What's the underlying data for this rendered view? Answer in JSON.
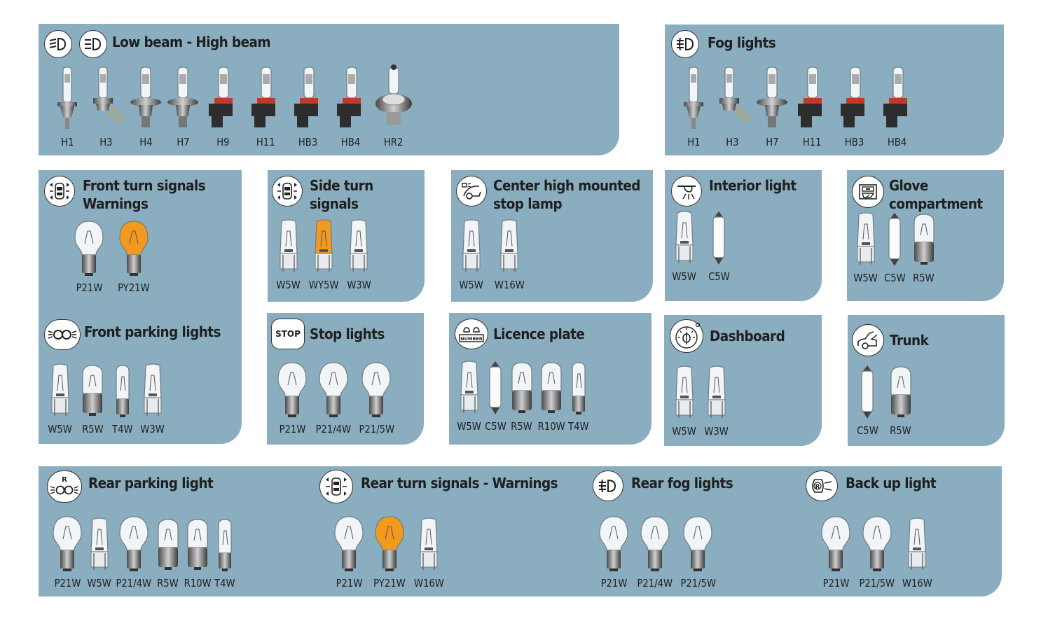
{
  "panels": [
    {
      "id": "low_high",
      "title": "Low beam - High beam",
      "icons": [
        "low-beam-icon",
        "high-beam-icon"
      ],
      "bulbs": [
        "H1",
        "H3",
        "H4",
        "H7",
        "H9",
        "H11",
        "HB3",
        "HB4",
        "HR2"
      ]
    },
    {
      "id": "fog",
      "title": "Fog lights",
      "icons": [
        "fog-light-icon"
      ],
      "bulbs": [
        "H1",
        "H3",
        "H7",
        "H11",
        "HB3",
        "HB4"
      ]
    },
    {
      "id": "front_turn",
      "title": "Front turn signals\nWarnings",
      "icons": [
        "turn-signal-icon"
      ],
      "bulbs": [
        "P21W",
        "PY21W"
      ]
    },
    {
      "id": "front_parking",
      "title": "Front parking lights",
      "icons": [
        "parking-light-icon"
      ],
      "bulbs": [
        "W5W",
        "R5W",
        "T4W",
        "W3W"
      ]
    },
    {
      "id": "side_turn",
      "title": "Side turn\nsignals",
      "icons": [
        "turn-signal-icon"
      ],
      "bulbs": [
        "W5W",
        "WY5W",
        "W3W"
      ]
    },
    {
      "id": "stop",
      "title": "Stop lights",
      "icons": [
        "stop-icon"
      ],
      "icon_text": "STOP",
      "bulbs": [
        "P21W",
        "P21/4W",
        "P21/5W"
      ]
    },
    {
      "id": "chmsl",
      "title": "Center high mounted\nstop lamp",
      "icons": [
        "high-mounted-stop-icon"
      ],
      "bulbs": [
        "W5W",
        "W16W"
      ]
    },
    {
      "id": "licence",
      "title": "Licence plate",
      "icons": [
        "licence-plate-icon"
      ],
      "icon_text": "NUMBER",
      "bulbs": [
        "W5W",
        "C5W",
        "R5W",
        "R10W",
        "T4W"
      ]
    },
    {
      "id": "interior",
      "title": "Interior light",
      "icons": [
        "interior-light-icon"
      ],
      "bulbs": [
        "W5W",
        "C5W"
      ]
    },
    {
      "id": "dashboard",
      "title": "Dashboard",
      "icons": [
        "dashboard-icon"
      ],
      "bulbs": [
        "W5W",
        "W3W"
      ]
    },
    {
      "id": "glove",
      "title": "Glove\ncompartment",
      "icons": [
        "glove-compartment-icon"
      ],
      "bulbs": [
        "W5W",
        "C5W",
        "R5W"
      ]
    },
    {
      "id": "trunk",
      "title": "Trunk",
      "icons": [
        "trunk-icon"
      ],
      "bulbs": [
        "C5W",
        "R5W"
      ]
    },
    {
      "id": "rear_parking",
      "title": "Rear parking light",
      "icons": [
        "rear-parking-icon"
      ],
      "icon_text": "R",
      "bulbs": [
        "P21W",
        "W5W",
        "P21/4W",
        "R5W",
        "R10W",
        "T4W"
      ]
    },
    {
      "id": "rear_turn",
      "title": "Rear turn signals - Warnings",
      "icons": [
        "turn-signal-icon"
      ],
      "bulbs": [
        "P21W",
        "PY21W",
        "W16W"
      ]
    },
    {
      "id": "rear_fog",
      "title": "Rear fog lights",
      "icons": [
        "rear-fog-icon"
      ],
      "bulbs": [
        "P21W",
        "P21/4W",
        "P21/5W"
      ]
    },
    {
      "id": "backup",
      "title": "Back up light",
      "icons": [
        "reverse-light-icon"
      ],
      "icon_text": "R",
      "bulbs": [
        "P21W",
        "P21/5W",
        "W16W"
      ]
    }
  ],
  "colors": {
    "panel": "#8aaebf",
    "amber": "#f29a1e",
    "text": "#1f1f1f"
  }
}
